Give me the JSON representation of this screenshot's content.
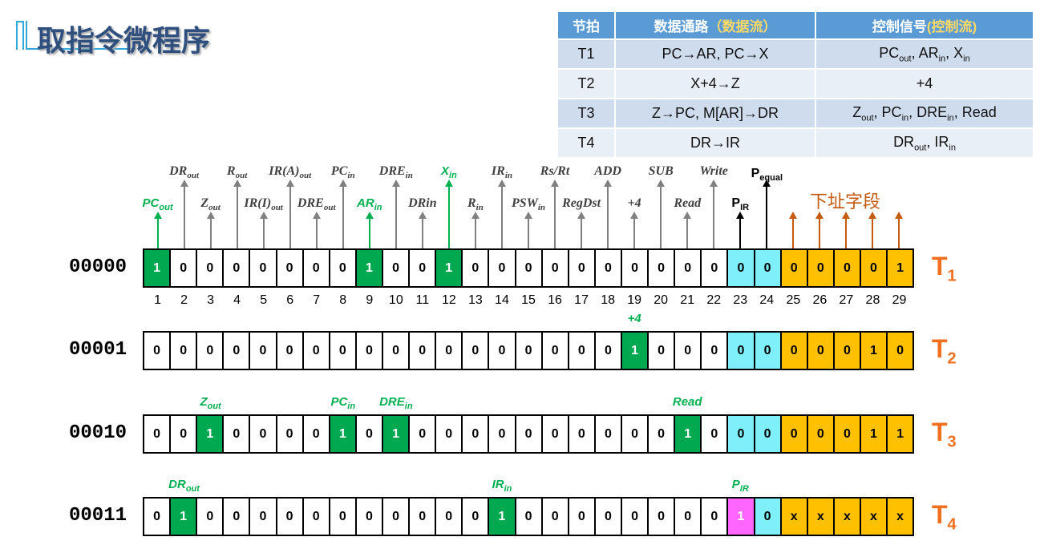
{
  "title": "取指令微程序",
  "table": {
    "headers": [
      "节拍",
      "数据通路",
      "（数据流）",
      "控制信号",
      "(控制流)"
    ],
    "rows": [
      {
        "t": "T1",
        "path": "PC→AR,  PC→X",
        "ctrl": [
          [
            "PC",
            "out"
          ],
          [
            "AR",
            "in"
          ],
          [
            "X",
            "in"
          ]
        ]
      },
      {
        "t": "T2",
        "path": "X+4→Z",
        "ctrl": [
          [
            "+4",
            ""
          ]
        ]
      },
      {
        "t": "T3",
        "path": "Z→PC,  M[AR]→DR",
        "ctrl": [
          [
            "Z",
            "out"
          ],
          [
            "PC",
            "in"
          ],
          [
            "DRE",
            "in"
          ],
          [
            "Read",
            ""
          ]
        ]
      },
      {
        "t": "T4",
        "path": "DR→IR",
        "ctrl": [
          [
            "DR",
            "out"
          ],
          [
            "IR",
            "in"
          ]
        ]
      }
    ]
  },
  "signals": [
    [
      "PC",
      "out"
    ],
    [
      "DR",
      "out"
    ],
    [
      "Z",
      "out"
    ],
    [
      "R",
      "out"
    ],
    [
      "IR(I)",
      "out"
    ],
    [
      "IR(A)",
      "out"
    ],
    [
      "DRE",
      "out"
    ],
    [
      "PC",
      "in"
    ],
    [
      "AR",
      "in"
    ],
    [
      "DRE",
      "in"
    ],
    [
      "DRin",
      ""
    ],
    [
      "X",
      "in"
    ],
    [
      "R",
      "in"
    ],
    [
      "IR",
      "in"
    ],
    [
      "PSW",
      "in"
    ],
    [
      "Rs/Rt",
      ""
    ],
    [
      "RegDst",
      ""
    ],
    [
      "ADD",
      ""
    ],
    [
      "+4",
      ""
    ],
    [
      "SUB",
      ""
    ],
    [
      "Read",
      ""
    ],
    [
      "Write",
      ""
    ],
    [
      "P",
      "IR"
    ],
    [
      "P",
      "equal"
    ]
  ],
  "next_addr_label": "下址字段",
  "rows": [
    {
      "addr": "00000",
      "t": "T",
      "tsub": "1",
      "bits": "10000000100100000000000000001",
      "marks": []
    },
    {
      "addr": "00001",
      "t": "T",
      "tsub": "2",
      "bits": "00000000000000000010000000010",
      "marks": [
        [
          19,
          "+4",
          ""
        ]
      ]
    },
    {
      "addr": "00010",
      "t": "T",
      "tsub": "3",
      "bits": "00100001010000000000100000011",
      "marks": [
        [
          3,
          "Z",
          "out"
        ],
        [
          8,
          "PC",
          "in"
        ],
        [
          10,
          "DRE",
          "in"
        ],
        [
          21,
          "Read",
          ""
        ]
      ]
    },
    {
      "addr": "00011",
      "t": "T",
      "tsub": "4",
      "bits": "01000000000001000000001xxxxx",
      "marks": [
        [
          2,
          "DR",
          "out"
        ],
        [
          14,
          "IR",
          "in"
        ],
        [
          23,
          "P",
          "IR"
        ]
      ]
    }
  ],
  "colors": {
    "active": "#00a850",
    "p_field": "#7ff0fa",
    "next": "#ffc000",
    "pir_active": "#ff66ff",
    "t_label": "#f07020"
  }
}
